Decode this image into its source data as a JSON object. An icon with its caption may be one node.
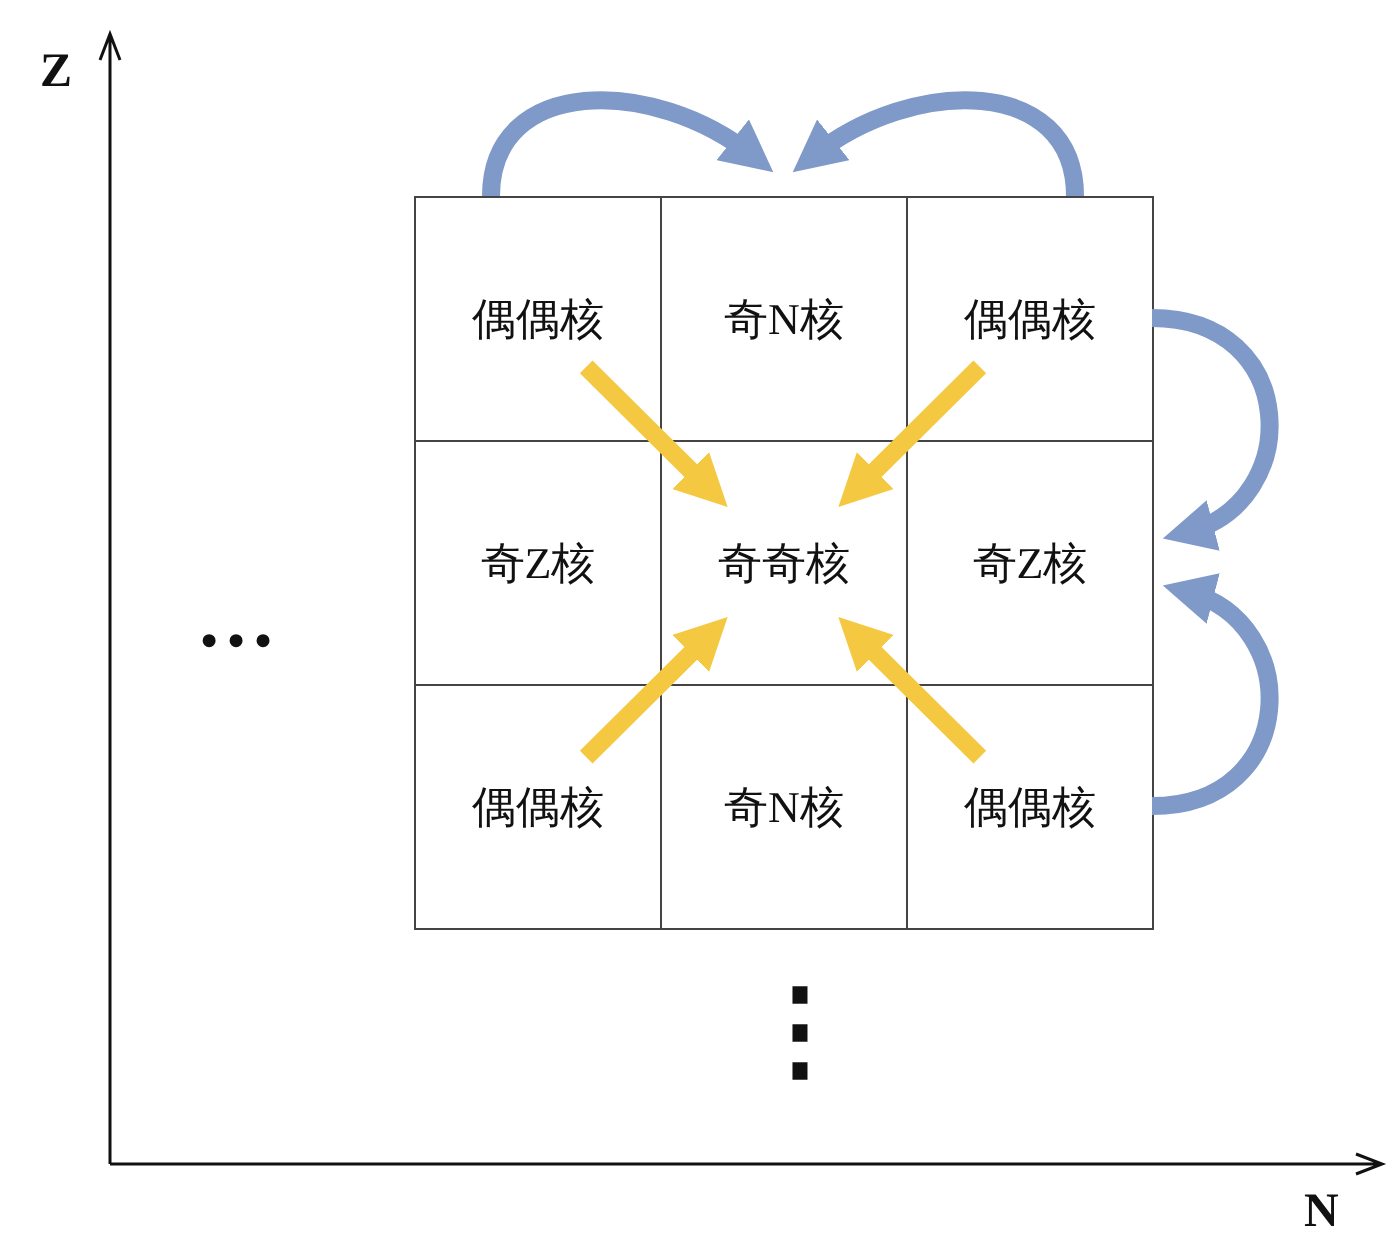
{
  "diagram": {
    "nodes": [
      {
        "text": [
          "偶偶核"
        ]
      },
      {
        "text": [
          "奇N核"
        ]
      },
      {
        "text": [
          "偶偶核"
        ]
      },
      {
        "text": [
          "奇Z核"
        ]
      },
      {
        "text": [
          "奇奇核"
        ]
      },
      {
        "text": [
          "奇Z核"
        ]
      },
      {
        "text": [
          "偶偶核"
        ]
      },
      {
        "text": [
          "奇N核"
        ]
      },
      {
        "text": [
          "偶偶核"
        ]
      }
    ],
    "edges": [
      {
        "from": 0,
        "to": 4,
        "arrow": "to",
        "color": "#f5c842"
      },
      {
        "from": 2,
        "to": 4,
        "arrow": "to",
        "color": "#f5c842"
      },
      {
        "from": 6,
        "to": 4,
        "arrow": "to",
        "color": "#f5c842"
      },
      {
        "from": 8,
        "to": 4,
        "arrow": "to",
        "color": "#f5c842"
      },
      {
        "from": 0,
        "to": 1,
        "arrow": "to",
        "color": "#7f99c8"
      },
      {
        "from": 2,
        "to": 1,
        "arrow": "to",
        "color": "#7f99c8"
      },
      {
        "from": 2,
        "to": 5,
        "arrow": "to",
        "color": "#7f99c8"
      },
      {
        "from": 8,
        "to": 5,
        "arrow": "to",
        "color": "#7f99c8"
      }
    ],
    "labels": [
      "Z",
      "…",
      "⋮",
      "N"
    ]
  }
}
